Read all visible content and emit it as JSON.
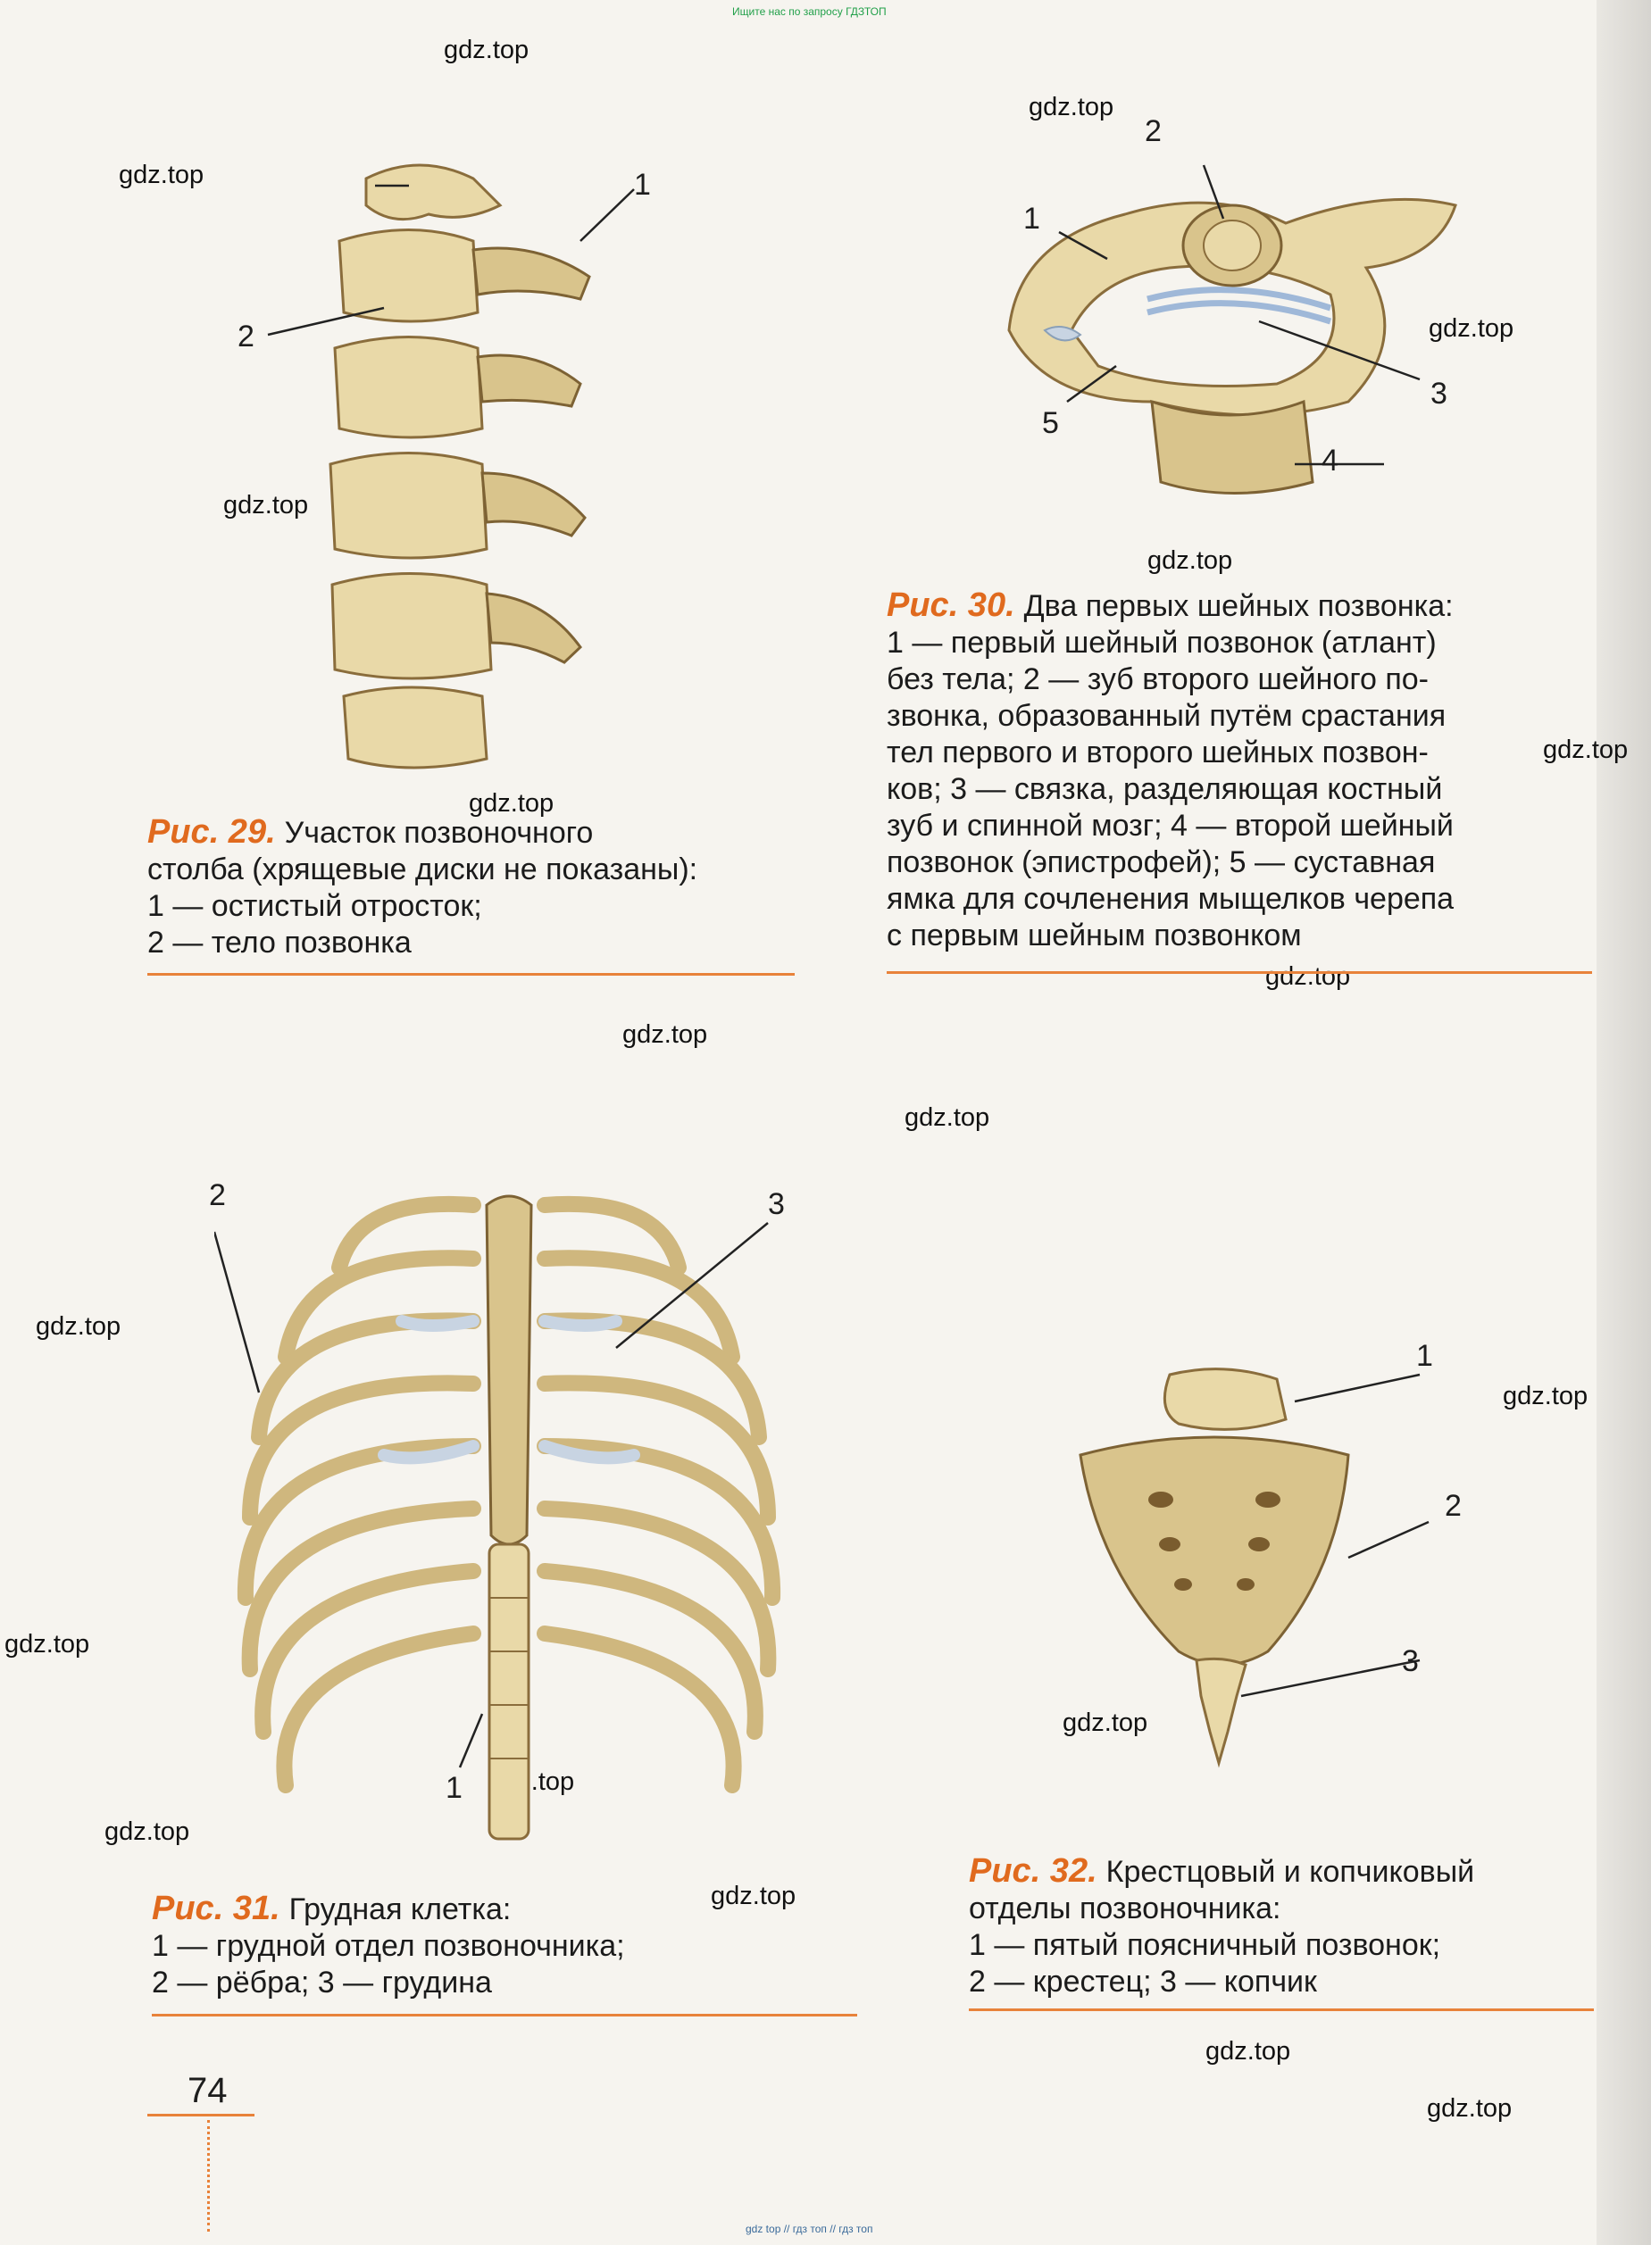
{
  "header_note": "Ищите нас по запросу ГДЗТОП",
  "footer_note": "gdz top  //  гдз топ  //  гдз топ",
  "watermark": "gdz.top",
  "page_number": "74",
  "fig29": {
    "title": "Рис. 29.",
    "lines": [
      "Участок позвоночного",
      "столба (хрящевые диски не показаны):",
      "1 — остистый отросток;",
      "2 — тело позвонка"
    ],
    "labels": [
      "1",
      "2"
    ]
  },
  "fig30": {
    "title": "Рис. 30.",
    "lines": [
      "Два первых шейных позвонка:",
      "1 — первый шейный позвонок (атлант)",
      "без тела; 2 — зуб второго шейного по-",
      "звонка, образованный путём срастания",
      "тел первого и второго шейных позвон-",
      "ков; 3 — связка, разделяющая костный",
      "зуб и спинной мозг; 4 — второй шейный",
      "позвонок (эпистрофей); 5 — суставная",
      "ямка для сочленения мыщелков черепа",
      "с первым шейным позвонком"
    ],
    "labels": [
      "1",
      "2",
      "3",
      "4",
      "5"
    ]
  },
  "fig31": {
    "title": "Рис. 31.",
    "lines": [
      "Грудная клетка:",
      "1 — грудной отдел позвоночника;",
      "2 — рёбра; 3 — грудина"
    ],
    "labels": [
      "1",
      "2",
      "3"
    ]
  },
  "fig32": {
    "title": "Рис. 32.",
    "lines": [
      "Крестцовый и копчиковый",
      "отделы позвоночника:",
      "1 — пятый поясничный позвонок;",
      "2 — крестец; 3 — копчик"
    ],
    "labels": [
      "1",
      "2",
      "3"
    ]
  }
}
